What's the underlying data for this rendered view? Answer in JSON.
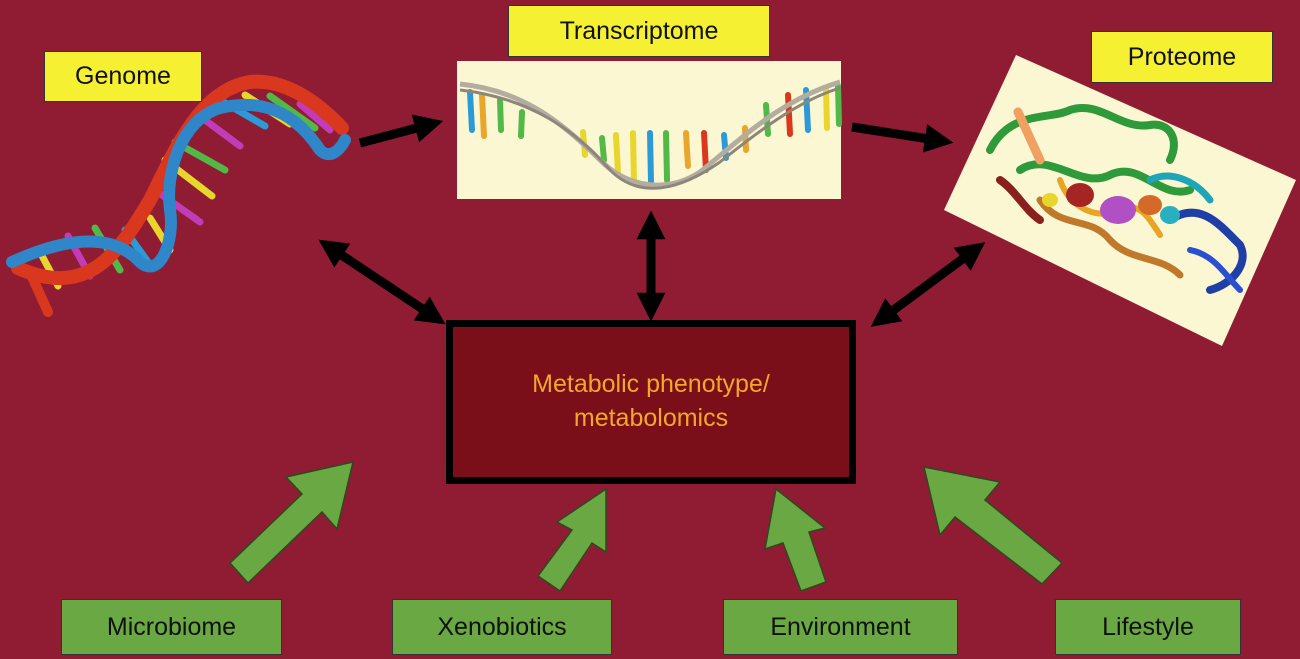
{
  "colors": {
    "background": "#8f1c33",
    "omics_label_bg": "#f5f032",
    "factor_label_bg": "#6aa843",
    "center_box_bg": "#7a0f19",
    "center_text": "#f2a72c",
    "arrow_black": "#000000",
    "arrow_green": "#6aa843"
  },
  "omics": {
    "genome": "Genome",
    "transcriptome": "Transcriptome",
    "proteome": "Proteome"
  },
  "center": {
    "line1": "Metabolic phenotype/",
    "line2": "metabolomics"
  },
  "factors": {
    "microbiome": "Microbiome",
    "xenobiotics": "Xenobiotics",
    "environment": "Environment",
    "lifestyle": "Lifestyle"
  },
  "illustrations": [
    "dna-double-helix-icon",
    "rna-strand-icon",
    "protein-structure-icon"
  ]
}
